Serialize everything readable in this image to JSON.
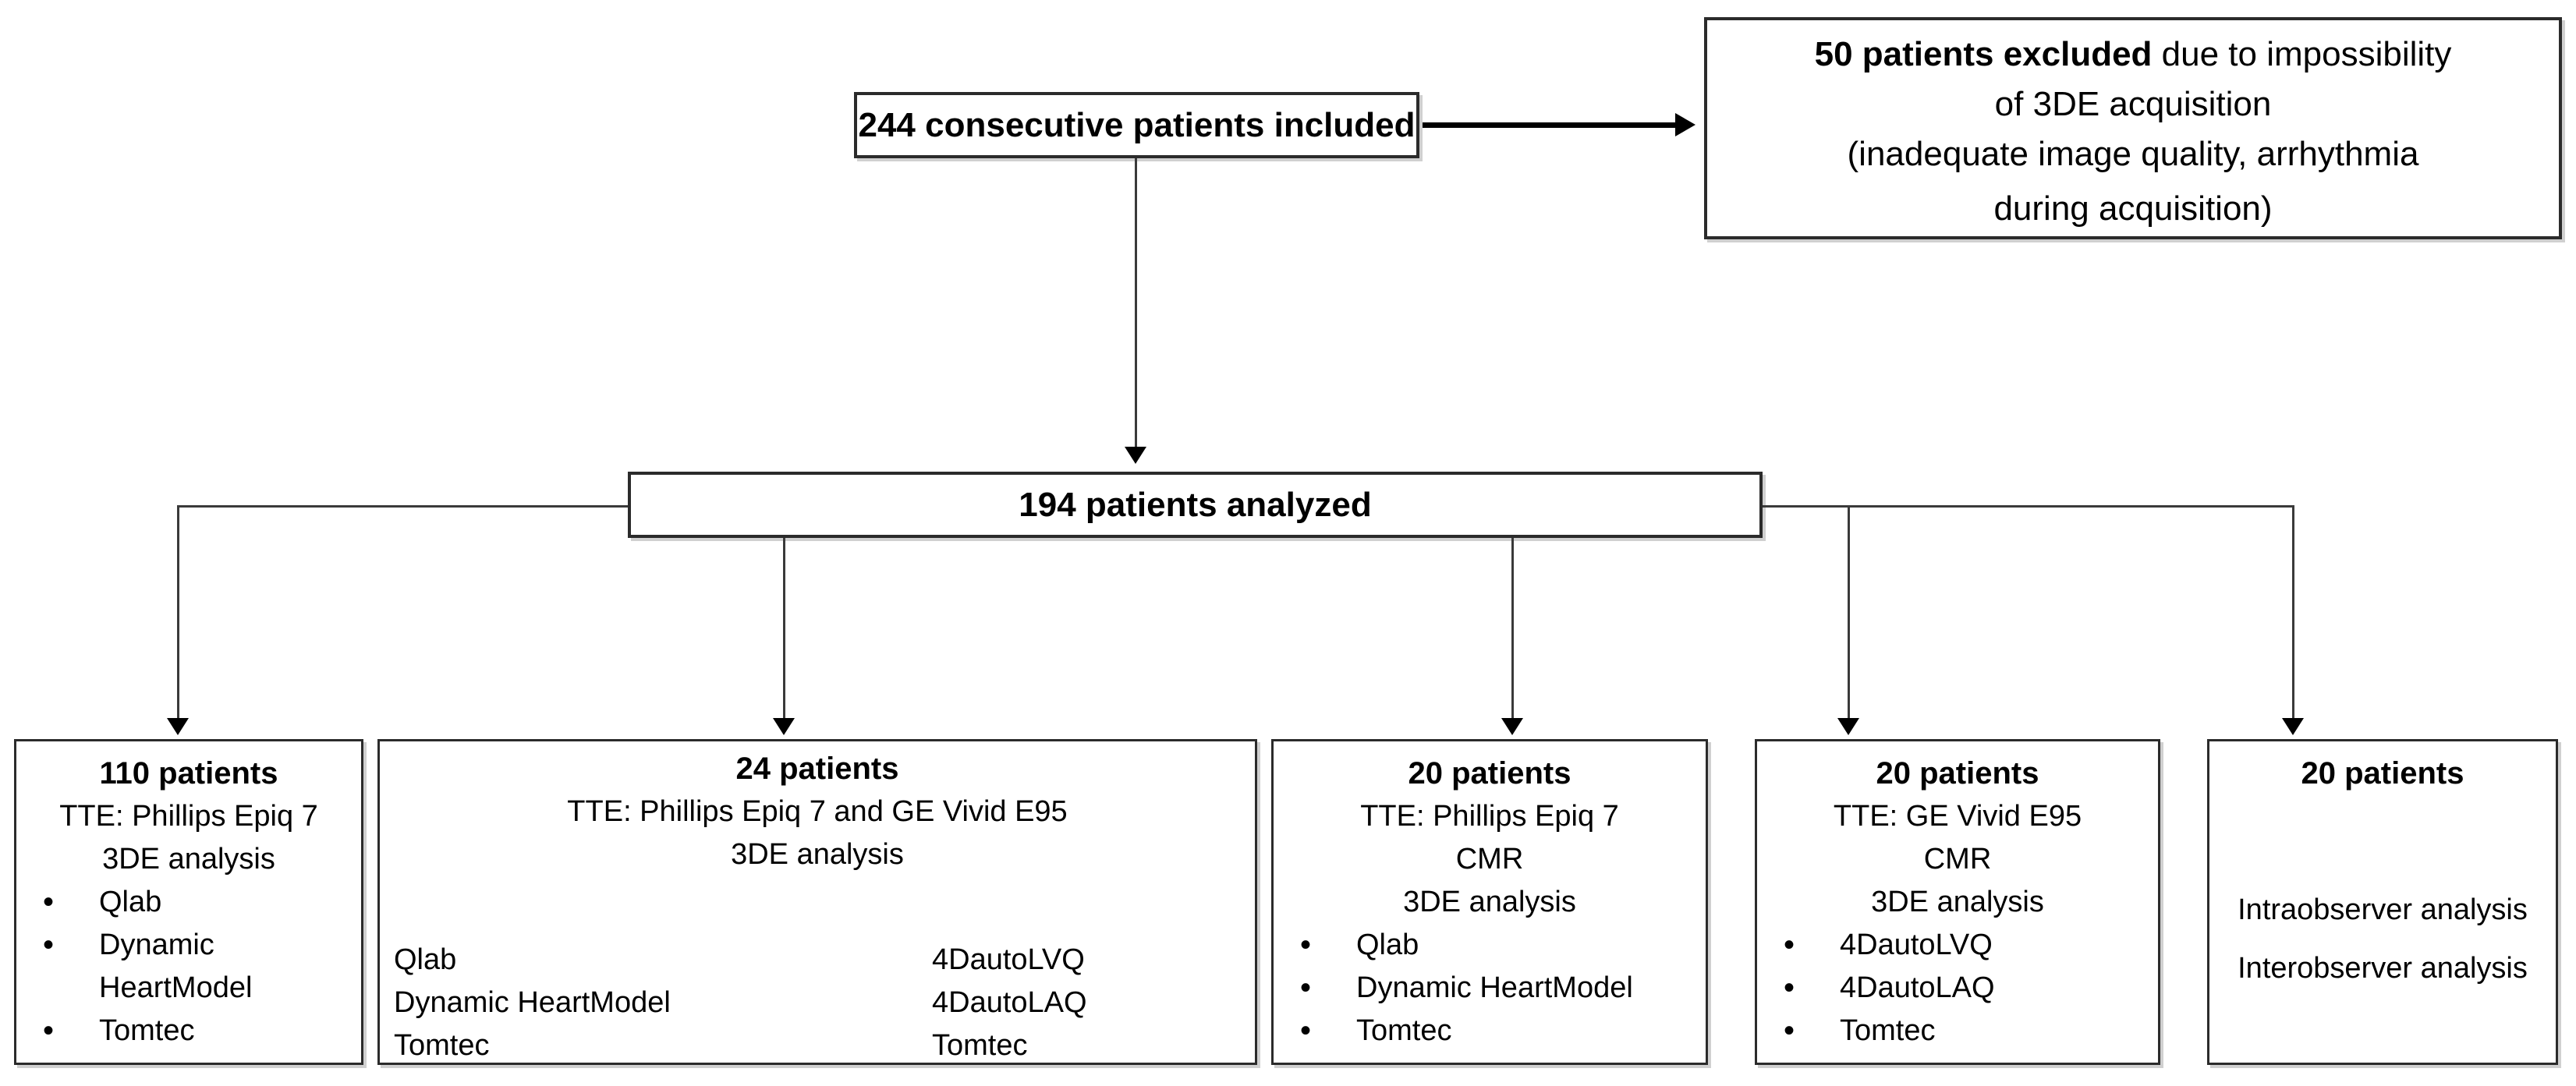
{
  "diagram": {
    "included_box": {
      "text": "244 consecutive patients included"
    },
    "excluded_box": {
      "line1_bold": "50 patients excluded",
      "line1_rest": " due to impossibility",
      "line2": "of 3DE acquisition",
      "line3": "(inadequate image quality, arrhythmia",
      "line4": "during acquisition)"
    },
    "analyzed_box": {
      "text": "194 patients analyzed"
    },
    "groups": [
      {
        "title": "110 patients",
        "lines": [
          "TTE: Phillips Epiq 7",
          "3DE analysis"
        ],
        "bullets": [
          "Qlab",
          "Dynamic HeartModel",
          "Tomtec"
        ]
      },
      {
        "title": "24 patients",
        "lines": [
          "TTE: Phillips Epiq 7 and GE Vivid E95",
          "3DE analysis"
        ],
        "left_column": [
          "Qlab",
          "Dynamic HeartModel",
          "Tomtec"
        ],
        "right_column": [
          "4DautoLVQ",
          "4DautoLAQ",
          "Tomtec"
        ]
      },
      {
        "title": "20 patients",
        "lines": [
          "TTE: Phillips Epiq 7",
          "CMR",
          "3DE analysis"
        ],
        "bullets": [
          "Qlab",
          "Dynamic HeartModel",
          "Tomtec"
        ]
      },
      {
        "title": "20 patients",
        "lines": [
          "TTE: GE Vivid E95",
          "CMR",
          "3DE analysis"
        ],
        "bullets": [
          "4DautoLVQ",
          "4DautoLAQ",
          "Tomtec"
        ]
      },
      {
        "title": "20 patients",
        "lines": [
          "Intraobserver analysis",
          "Interobserver analysis"
        ]
      }
    ],
    "colors": {
      "background": "#ffffff",
      "border": "#2b2b2b",
      "connector": "#3a3a3a",
      "text": "#000000"
    }
  }
}
